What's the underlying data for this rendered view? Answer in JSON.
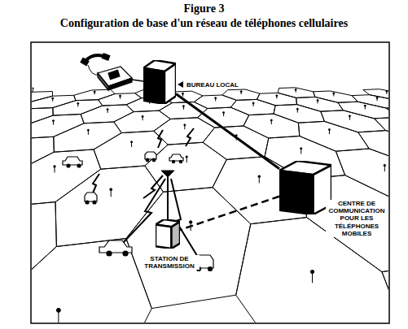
{
  "diagram": {
    "title": "Figure 3",
    "nodes": [
      {
        "text": [
          "BUREAU LOCAL"
        ]
      },
      {
        "text": [
          "CENTRE DE COMMUNICATION POUR LES TÉLÉPHONES MOBILES"
        ]
      },
      {
        "text": [
          "STATION DE TRANSMISSION"
        ]
      }
    ],
    "edges": [
      {
        "from": 0,
        "to": 1,
        "arrow": "none"
      },
      {
        "from": 1,
        "to": 2,
        "arrow": "none"
      }
    ],
    "labels": [
      "Configuration de base d'un réseau de téléphones cellulaires"
    ]
  }
}
